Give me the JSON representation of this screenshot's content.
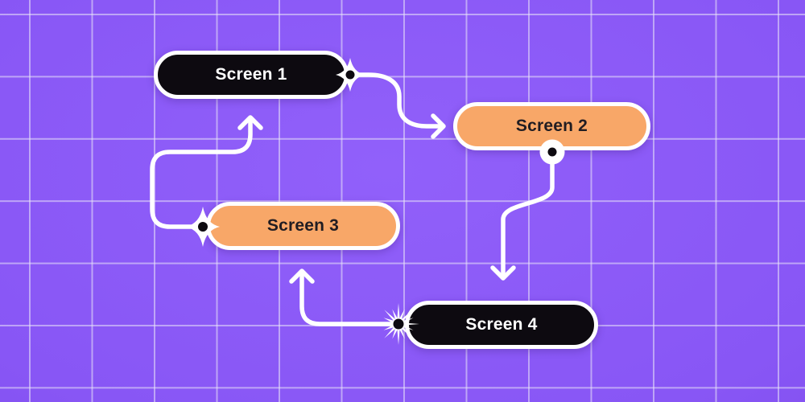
{
  "diagram": {
    "title": "screen-flow-diagram",
    "nodes": [
      {
        "id": "screen-1",
        "label": "Screen 1",
        "variant": "dark"
      },
      {
        "id": "screen-2",
        "label": "Screen 2",
        "variant": "orange"
      },
      {
        "id": "screen-3",
        "label": "Screen 3",
        "variant": "orange"
      },
      {
        "id": "screen-4",
        "label": "Screen 4",
        "variant": "dark"
      }
    ],
    "connectors": [
      {
        "from": "screen-1",
        "to": "screen-2",
        "start_marker": "sparkle-handle",
        "end_marker": "arrowhead"
      },
      {
        "from": "screen-2",
        "to": "screen-4",
        "start_marker": "dot-handle",
        "end_marker": "arrowhead"
      },
      {
        "from": "screen-4",
        "to": "screen-3",
        "start_marker": "burst-handle",
        "end_marker": "arrowhead"
      },
      {
        "from": "screen-3",
        "to": "screen-1",
        "start_marker": "sparkle-handle",
        "end_marker": "arrowhead"
      }
    ],
    "colors": {
      "background": "#8856f5",
      "background_edge": "#7946e5",
      "grid_line": "#e9e5f8",
      "node_dark": "#0d0a10",
      "node_orange": "#f8a768",
      "node_border": "#ffffff",
      "connector": "#ffffff",
      "text_on_dark": "#ffffff",
      "text_on_orange": "#211d22"
    }
  }
}
